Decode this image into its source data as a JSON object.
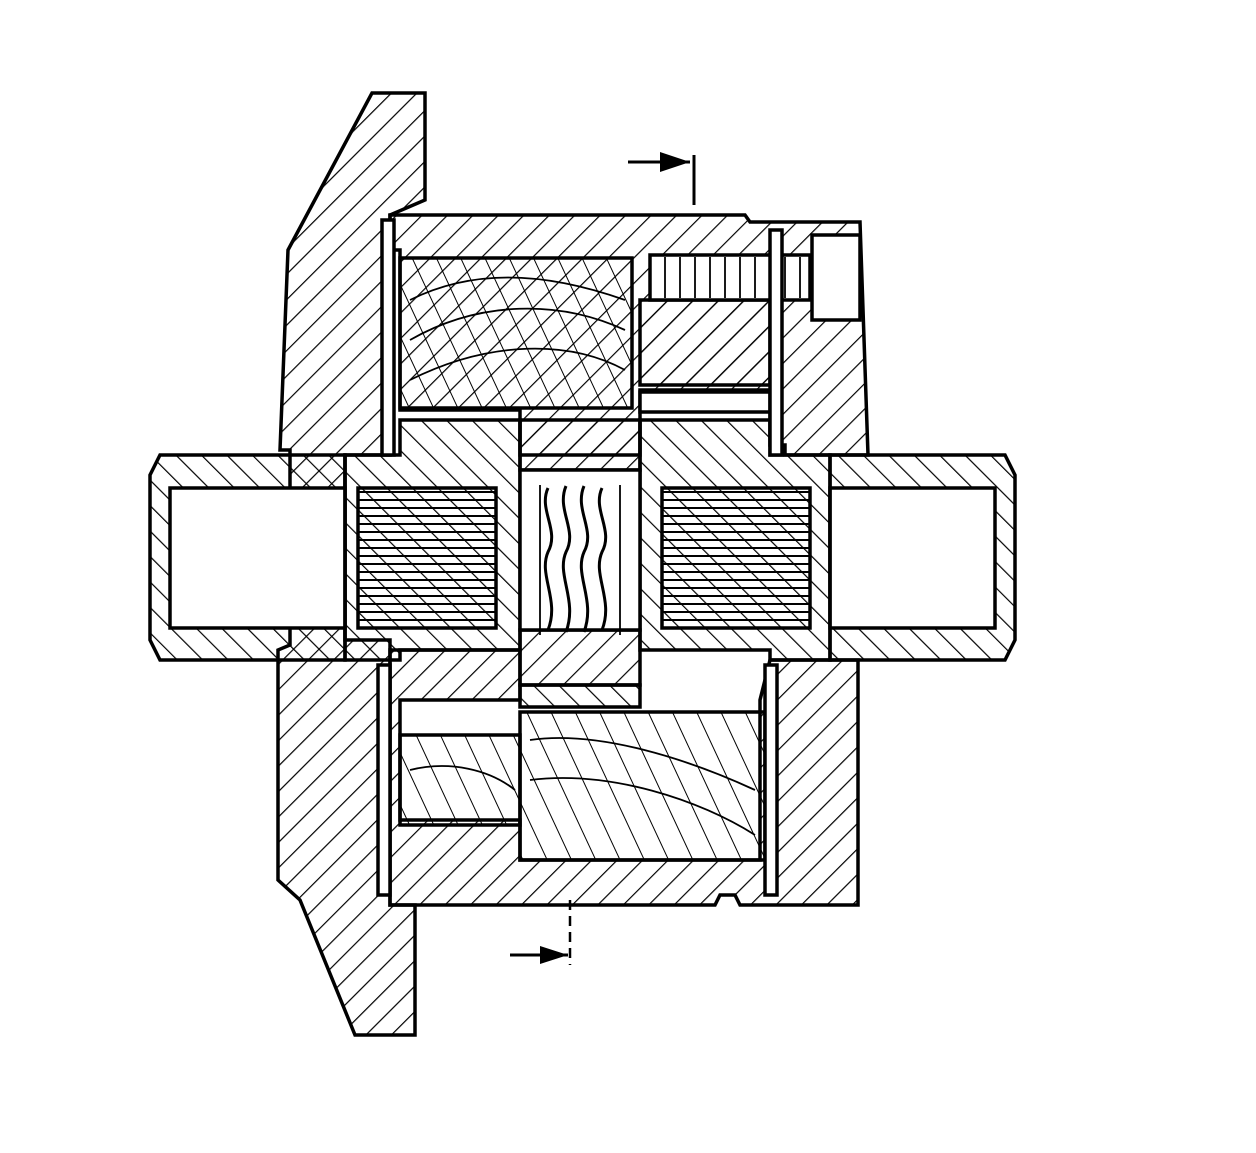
{
  "figure": {
    "domain": "Diagram",
    "kind": "cross-section",
    "colors": {
      "ink": "#000000",
      "paper": "#ffffff"
    },
    "section_arrows": [
      {
        "name": "section-arrow-top"
      },
      {
        "name": "section-arrow-bottom"
      }
    ]
  }
}
